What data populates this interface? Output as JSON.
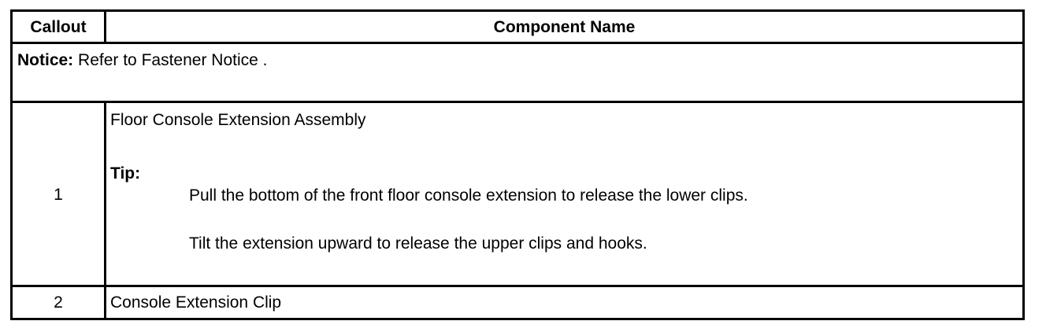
{
  "table": {
    "headers": {
      "callout": "Callout",
      "component_name": "Component Name"
    },
    "notice": {
      "label": "Notice:",
      "text": "Refer to Fastener Notice ."
    },
    "rows": [
      {
        "callout": "1",
        "name": "Floor Console Extension Assembly",
        "tip_label": "Tip:",
        "tips": [
          "Pull the bottom of the front floor console extension to release the lower clips.",
          "Tilt the extension upward to release the upper clips and hooks."
        ]
      },
      {
        "callout": "2",
        "name": "Console Extension Clip"
      }
    ]
  }
}
